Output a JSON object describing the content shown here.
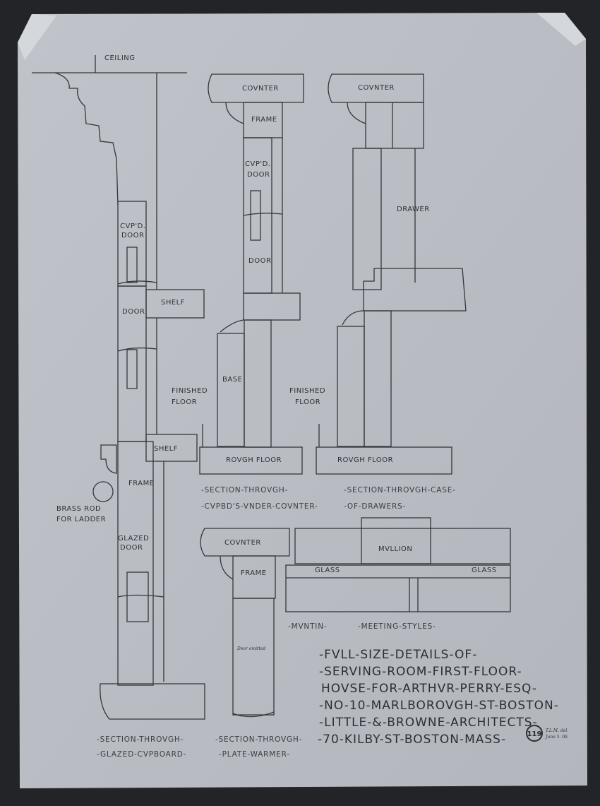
{
  "drawing": {
    "labels": {
      "ceiling": "CEILING",
      "counter_1": "COVNTER",
      "counter_2": "COVNTER",
      "counter_3": "COVNTER",
      "frame_1": "FRAME",
      "frame_2": "FRAME",
      "frame_3": "FRAME",
      "cupd_door_1": "CVP'D.",
      "cupd_door_1b": "DOOR",
      "cupd_door_2": "CVP'D.",
      "cupd_door_2b": "DOOR",
      "door_1": "DOOR",
      "door_2": "DOOR",
      "shelf_1": "SHELF",
      "shelf_2": "SHELF",
      "base": "BASE",
      "finished_floor_1": "FINISHED",
      "finished_floor_1b": "FLOOR",
      "finished_floor_2": "FINISHED",
      "finished_floor_2b": "FLOOR",
      "rough_floor_1": "ROVGH FLOOR",
      "rough_floor_2": "ROVGH FLOOR",
      "drawer": "DRAWER",
      "brass_rod": "BRASS ROD",
      "brass_rod_b": "FOR LADDER",
      "glazed_door": "GLAZED",
      "glazed_door_b": "DOOR",
      "mullion": "MVLLION",
      "glass_1": "GLASS",
      "glass_2": "GLASS",
      "door_omitted": "Door omitted"
    },
    "captions": {
      "cupboards_1": "-SECTION-THROVGH-",
      "cupboards_2": "-CVPBD'S-VNDER-COVNTER-",
      "drawers_1": "-SECTION-THROVGH-CASE-",
      "drawers_2": "-OF-DRAWERS-",
      "muntin": "-MVNTIN-",
      "meeting_styles": "-MEETING-STYLES-",
      "glazed_1": "-SECTION-THROVGH-",
      "glazed_2": "-GLAZED-CVPBOARD-",
      "plate_1": "-SECTION-THROVGH-",
      "plate_2": "-PLATE-WARMER-"
    },
    "title_block": [
      "-FVLL-SIZE-DETAILS-OF-",
      "-SERVING-ROOM-FIRST-FLOOR-",
      "HOVSE-FOR-ARTHVR-PERRY-ESQ-",
      "-NO-10-MARLBOROVGH-ST-BOSTON-",
      "-LITTLE-&-BROWNE-ARCHITECTS-",
      "-70-KILBY-ST-BOSTON-MASS-"
    ],
    "sheet_number": "119",
    "initials": "T.L.M. del.",
    "date": "June 5. 06."
  },
  "colors": {
    "paper": "#b9bdc3",
    "ink": "#34363b",
    "background": "#232428"
  }
}
